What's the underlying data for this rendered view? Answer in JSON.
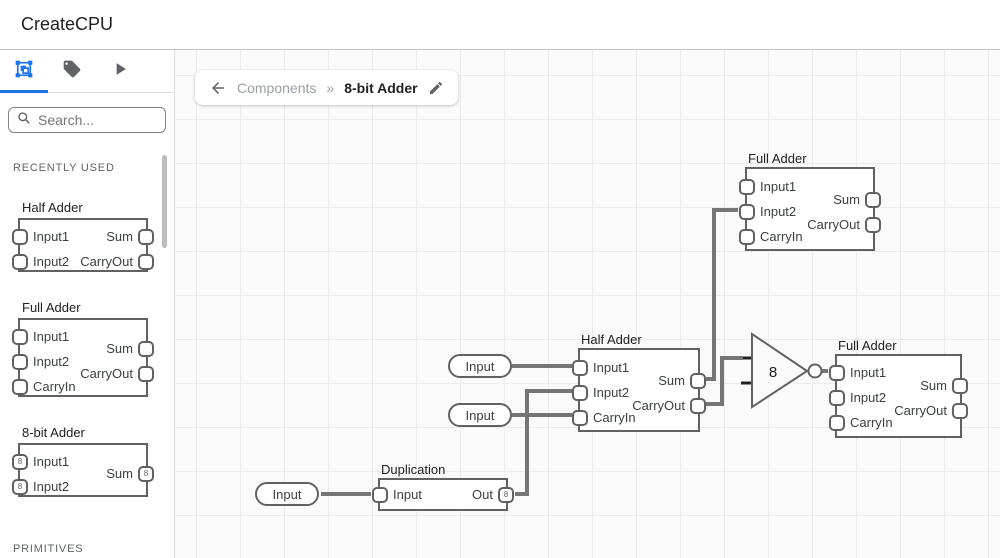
{
  "header": {
    "title": "CreateCPU"
  },
  "sidebar": {
    "search_placeholder": "Search...",
    "section_recent": "RECENTLY USED",
    "section_primitives": "PRIMITIVES",
    "library": [
      {
        "title": "Half Adder",
        "left_ports": [
          "Input1",
          "Input2"
        ],
        "right_ports": [
          "Sum",
          "CarryOut"
        ]
      },
      {
        "title": "Full Adder",
        "left_ports": [
          "Input1",
          "Input2",
          "CarryIn"
        ],
        "right_ports": [
          "Sum",
          "CarryOut"
        ]
      },
      {
        "title": "8-bit Adder",
        "left_ports": [
          "Input1",
          "Input2"
        ],
        "right_ports": [
          "Sum"
        ],
        "bus_width": "8"
      }
    ]
  },
  "breadcrumb": {
    "parent": "Components",
    "separator": "»",
    "current": "8-bit Adder"
  },
  "canvas": {
    "full_adder_top": {
      "title": "Full Adder",
      "left": [
        "Input1",
        "Input2",
        "CarryIn"
      ],
      "right": [
        "Sum",
        "CarryOut"
      ]
    },
    "half_adder": {
      "title": "Half Adder",
      "left": [
        "Input1",
        "Input2",
        "CarryIn"
      ],
      "right": [
        "Sum",
        "CarryOut"
      ]
    },
    "full_adder_right": {
      "title": "Full Adder",
      "left": [
        "Input1",
        "Input2",
        "CarryIn"
      ],
      "right": [
        "Sum",
        "CarryOut"
      ]
    },
    "duplication": {
      "title": "Duplication",
      "left_port": "Input",
      "right_port": "Out",
      "bus_width": "8"
    },
    "input_pins": [
      "Input",
      "Input",
      "Input"
    ],
    "inverter_label": "8"
  },
  "colors": {
    "accent": "#1a73e8",
    "wire": "#757575",
    "component_border": "#616161",
    "canvas_bg": "#fafafa"
  }
}
